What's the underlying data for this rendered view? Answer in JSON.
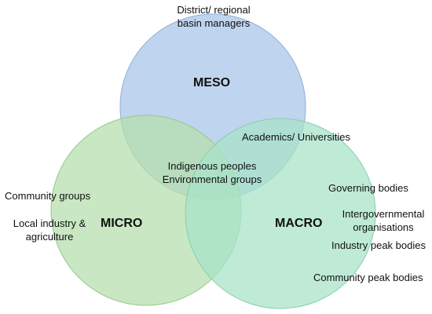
{
  "circles": {
    "meso": {
      "label": "MESO",
      "fill": "#a9c5e8",
      "stroke": "#8eaed3",
      "opacity": 0.75
    },
    "micro": {
      "label": "MICRO",
      "fill": "#b5dfae",
      "stroke": "#95c98d",
      "opacity": 0.75
    },
    "macro": {
      "label": "MACRO",
      "fill": "#a8e3c8",
      "stroke": "#86cfae",
      "opacity": 0.75
    }
  },
  "meso_labels": {
    "line1": "District/ regional",
    "line2": "basin managers"
  },
  "micro_labels": {
    "community_groups": "Community groups",
    "local_industry_line1": "Local industry &",
    "local_industry_line2": "agriculture"
  },
  "overlap_labels": {
    "academics": "Academics/ Universities",
    "indigenous": "Indigenous peoples",
    "environmental": "Environmental groups"
  },
  "macro_labels": {
    "governing": "Governing bodies",
    "intergov_line1": "Intergovernmental",
    "intergov_line2": "organisations",
    "industry_peak": "Industry peak bodies",
    "community_peak": "Community peak bodies"
  }
}
